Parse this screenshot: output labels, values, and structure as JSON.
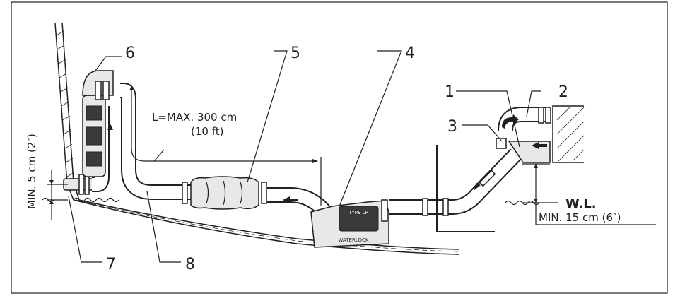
{
  "callouts": {
    "n1": "1",
    "n2": "2",
    "n3": "3",
    "n4": "4",
    "n5": "5",
    "n6": "6",
    "n7": "7",
    "n8": "8"
  },
  "dimensions": {
    "length_line1": "L=MAX. 300 cm",
    "length_line2": "(10 ft)",
    "min_height_exhaust": "MIN. 5 cm (2″)",
    "water_line": "W.L.",
    "min_height_engine": "MIN. 15 cm (6″)"
  },
  "waterlock": {
    "type_label": "TYPE LP",
    "brand_label": "WATERLOCK"
  },
  "icons": [
    "flow-arrow-icon",
    "water-wave-icon"
  ],
  "colors": {
    "line": "#231f20",
    "fill": "#e8e8e8",
    "dark": "#3a3a3a",
    "background": "#ffffff"
  }
}
